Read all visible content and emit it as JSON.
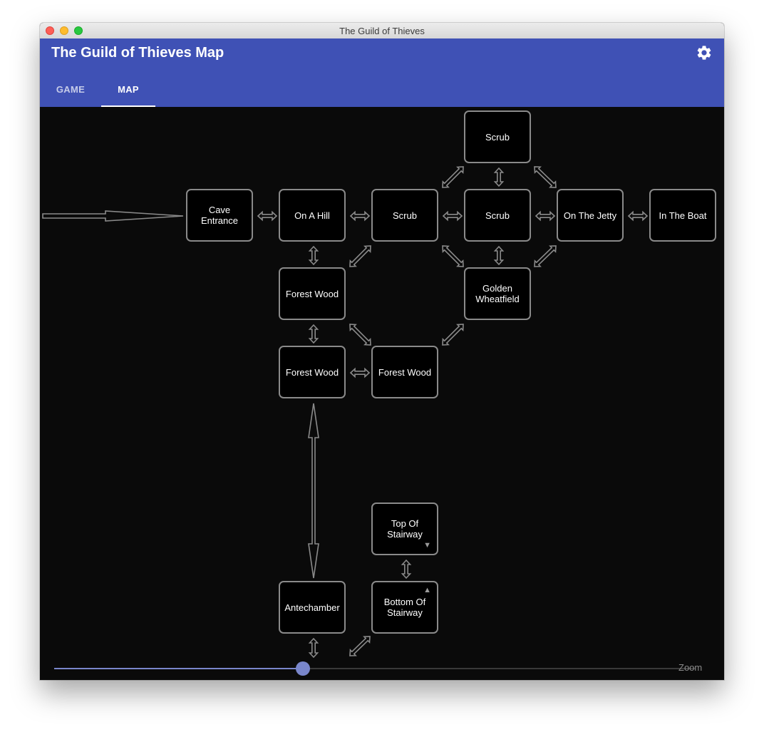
{
  "window": {
    "title": "The Guild of Thieves"
  },
  "appbar": {
    "title": "The Guild of Thieves Map",
    "settings_icon": "gear-icon",
    "tabs": [
      {
        "label": "GAME",
        "selected": false
      },
      {
        "label": "MAP",
        "selected": true
      }
    ]
  },
  "map": {
    "rooms": {
      "scrub_north": {
        "label": "Scrub"
      },
      "cave_entrance": {
        "label": "Cave Entrance"
      },
      "on_a_hill": {
        "label": "On A Hill"
      },
      "scrub_west": {
        "label": "Scrub"
      },
      "scrub_center": {
        "label": "Scrub"
      },
      "on_the_jetty": {
        "label": "On The Jetty"
      },
      "in_the_boat": {
        "label": "In The Boat"
      },
      "forest_wood_upper": {
        "label": "Forest Wood"
      },
      "golden_wheatfield": {
        "label": "Golden Wheatfield"
      },
      "forest_wood_lower": {
        "label": "Forest Wood"
      },
      "forest_wood_east": {
        "label": "Forest Wood"
      },
      "top_of_stairway": {
        "label": "Top Of Stairway",
        "exit_marker": "down"
      },
      "antechamber": {
        "label": "Antechamber"
      },
      "bottom_of_stairway": {
        "label": "Bottom Of Stairway",
        "exit_marker": "up"
      }
    }
  },
  "zoom": {
    "label": "Zoom",
    "value": 0.388
  },
  "colors": {
    "appbar": "#3f51b5",
    "accent": "#7986cb",
    "map_background": "#0a0a0a",
    "room_border": "#8a8a8a"
  }
}
